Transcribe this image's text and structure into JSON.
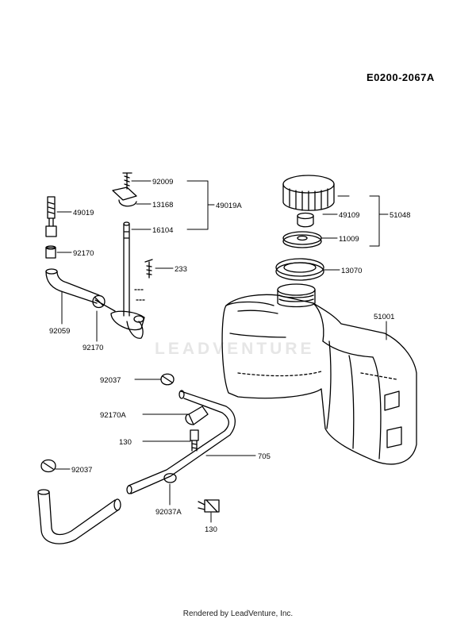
{
  "diagram": {
    "code": "E0200-2067A",
    "watermark": "LEADVENTURE",
    "footer": "Rendered by LeadVenture, Inc.",
    "part_labels": [
      "92009",
      "13168",
      "49019A",
      "16104",
      "49019",
      "92170",
      "233",
      "92059",
      "92170",
      "92037",
      "92170A",
      "130",
      "705",
      "92037",
      "92037A",
      "130",
      "51048",
      "49109",
      "11009",
      "13070",
      "51001"
    ]
  }
}
